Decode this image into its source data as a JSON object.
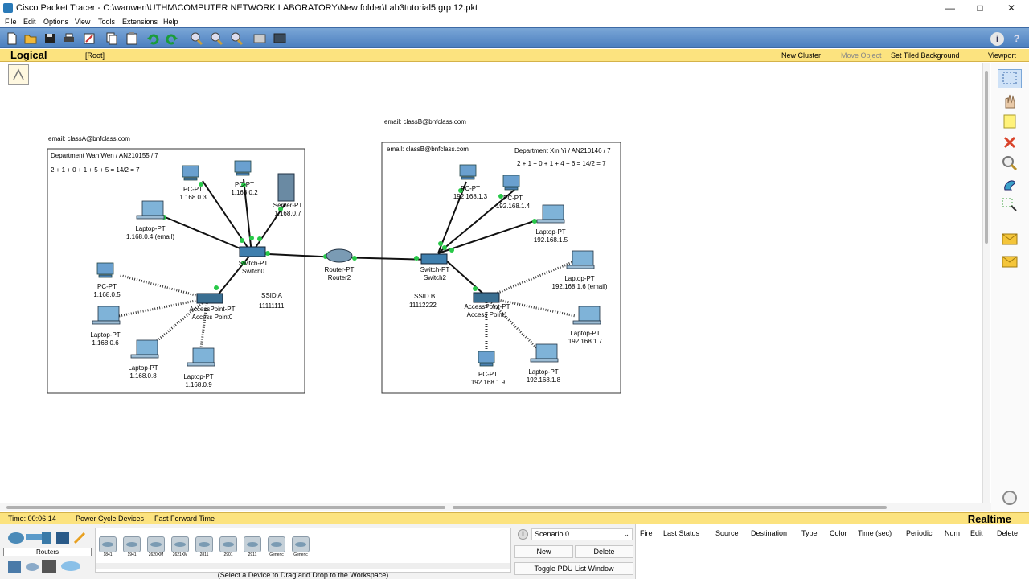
{
  "window": {
    "title": "Cisco Packet Tracer - C:\\wanwen\\UTHM\\COMPUTER NETWORK LABORATORY\\New folder\\Lab3tutorial5 grp 12.pkt",
    "minimize": "—",
    "maximize": "□",
    "close": "✕"
  },
  "menu": [
    "File",
    "Edit",
    "Options",
    "View",
    "Tools",
    "Extensions",
    "Help"
  ],
  "topbar": {
    "logical": "Logical",
    "root": "[Root]",
    "new_cluster": "New Cluster",
    "move_object": "Move Object",
    "set_tiled_background": "Set Tiled Background",
    "viewport": "Viewport"
  },
  "notes": {
    "email_a": "email: classA@bnfclass.com",
    "dept_a": "Department Wan Wen / AN210155 / 7",
    "calc_a": "2 + 1 + 0 + 1 + 5 + 5 = 14/2 = 7",
    "email_b_top": "email: classB@bnfclass.com",
    "email_b": "email: classB@bnfclass.com",
    "dept_b": "Department Xin Yi / AN210146 / 7",
    "calc_b": "2 + 1 + 0 + 1 + 4 + 6 = 14/2 = 7",
    "ssid_a": "SSID A",
    "ssid_a_key": "11111111",
    "ssid_b": "SSID B",
    "ssid_b_key": "11112222"
  },
  "devices": {
    "pc_a1": {
      "type": "PC-PT",
      "name": "1.168.0.3"
    },
    "pc_a2": {
      "type": "PC-PT",
      "name": "1.168.0.2"
    },
    "server_a": {
      "type": "Server-PT",
      "name": "1.168.0.7"
    },
    "laptop_a_email": {
      "type": "Laptop-PT",
      "name": "1.168.0.4 (email)"
    },
    "switch0": {
      "type": "Switch-PT",
      "name": "Switch0"
    },
    "pc_a3": {
      "type": "PC-PT",
      "name": "1.168.0.5"
    },
    "ap0": {
      "type": "AccessPoint-PT",
      "name": "Access Point0"
    },
    "laptop_a6": {
      "type": "Laptop-PT",
      "name": "1.168.0.6"
    },
    "laptop_a8": {
      "type": "Laptop-PT",
      "name": "1.168.0.8"
    },
    "laptop_a9": {
      "type": "Laptop-PT",
      "name": "1.168.0.9"
    },
    "router2": {
      "type": "Router-PT",
      "name": "Router2"
    },
    "pc_b3": {
      "type": "PC-PT",
      "name": "192.168.1.3"
    },
    "pc_b4": {
      "type": "PC-PT",
      "name": "192.168.1.4"
    },
    "laptop_b5": {
      "type": "Laptop-PT",
      "name": "192.168.1.5"
    },
    "switch2": {
      "type": "Switch-PT",
      "name": "Switch2"
    },
    "laptop_b6": {
      "type": "Laptop-PT",
      "name": "192.168.1.6 (email)"
    },
    "ap1": {
      "type": "AccessPoint-PT",
      "name": "Access Point1"
    },
    "laptop_b7": {
      "type": "Laptop-PT",
      "name": "192.168.1.7"
    },
    "pc_b9": {
      "type": "PC-PT",
      "name": "192.168.1.9"
    },
    "laptop_b8": {
      "type": "Laptop-PT",
      "name": "192.168.1.8"
    }
  },
  "status": {
    "time": "Time: 00:06:14",
    "power_cycle": "Power Cycle Devices",
    "fast_forward": "Fast Forward Time",
    "realtime": "Realtime"
  },
  "device_panel": {
    "category": "Routers",
    "models": [
      "1841",
      "1941",
      "2620XM",
      "2621XM",
      "2811",
      "2901",
      "2911",
      "Generic",
      "Generic"
    ],
    "hint": "(Select a Device to Drag and Drop to the Workspace)"
  },
  "scenario": {
    "selected": "Scenario 0",
    "new": "New",
    "delete": "Delete",
    "toggle": "Toggle PDU List Window"
  },
  "pdu_columns": [
    "Fire",
    "Last Status",
    "Source",
    "Destination",
    "Type",
    "Color",
    "Time (sec)",
    "Periodic",
    "Num",
    "Edit",
    "Delete"
  ]
}
